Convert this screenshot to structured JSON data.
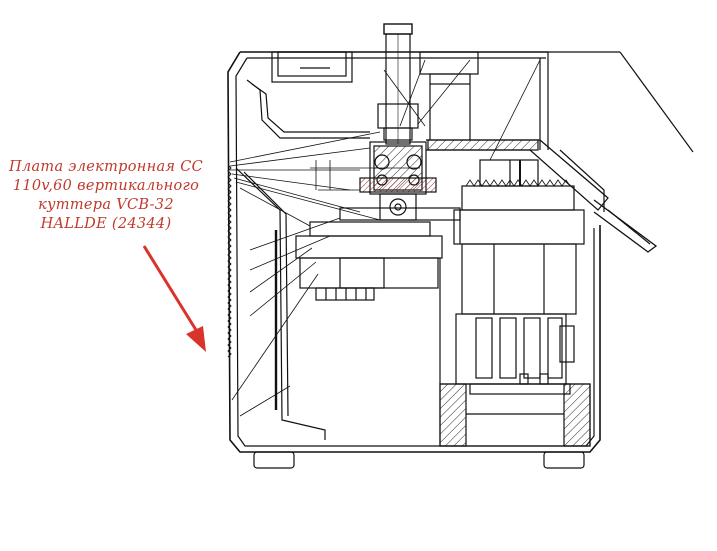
{
  "figure": {
    "kind": "cross-section technical drawing",
    "subject_icon": "vertical-cutter-cross-section",
    "line_color": "#111111",
    "background_color": "#ffffff"
  },
  "callout": {
    "lines": [
      "Плата электронная CC",
      "110v,60 вертикального",
      "куттера VCB-32",
      "HALLDE (24344)"
    ],
    "text_color": "#c0392b",
    "arrow_color": "#d9342b"
  }
}
